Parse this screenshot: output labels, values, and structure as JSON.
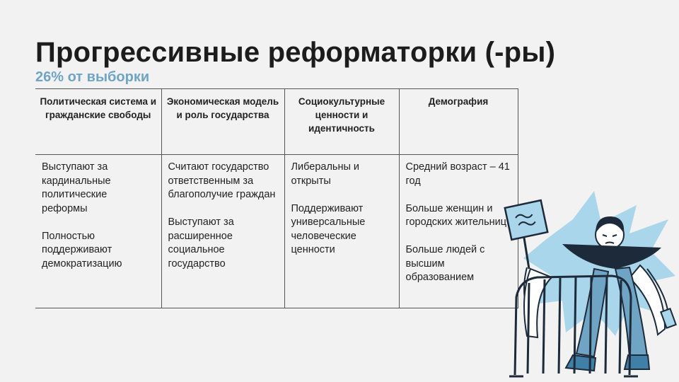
{
  "slide": {
    "title": "Прогрессивные реформаторки (-ры)",
    "subtitle": "26% от выборки"
  },
  "table": {
    "headers": [
      "Политическая система и гражданские свободы",
      "Экономическая модель и роль государства",
      "Социокультурные ценности и идентичность",
      "Демография"
    ],
    "cells": [
      [
        "Выступают за кардинальные политические реформы",
        "Полностью поддерживают демократизацию"
      ],
      [
        "Считают государство ответственным за благополучие граждан",
        "Выступают за расширенное социальное государство"
      ],
      [
        "Либеральны и открыты",
        "Поддерживают универсальные человеческие ценности"
      ],
      [
        "Средний возраст – 41 год",
        "Больше женщин и городских жительниц",
        "Больше людей с высшим образованием"
      ]
    ]
  },
  "colors": {
    "accent": "#6fa4c4",
    "illustration_blue": "#a9d6ea",
    "illustration_dark": "#1d2a3a"
  },
  "illustration": {
    "icon": "protester-woman-illustration"
  }
}
